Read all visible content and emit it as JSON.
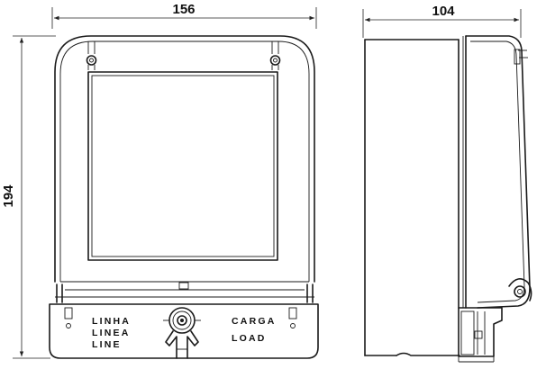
{
  "dimensions": {
    "front_width": "156",
    "side_depth": "104",
    "height": "194"
  },
  "labels": {
    "line_pt": "LINHA",
    "line_es": "LINEA",
    "line_en": "LINE",
    "load_pt": "CARGA",
    "load_en": "LOAD"
  }
}
